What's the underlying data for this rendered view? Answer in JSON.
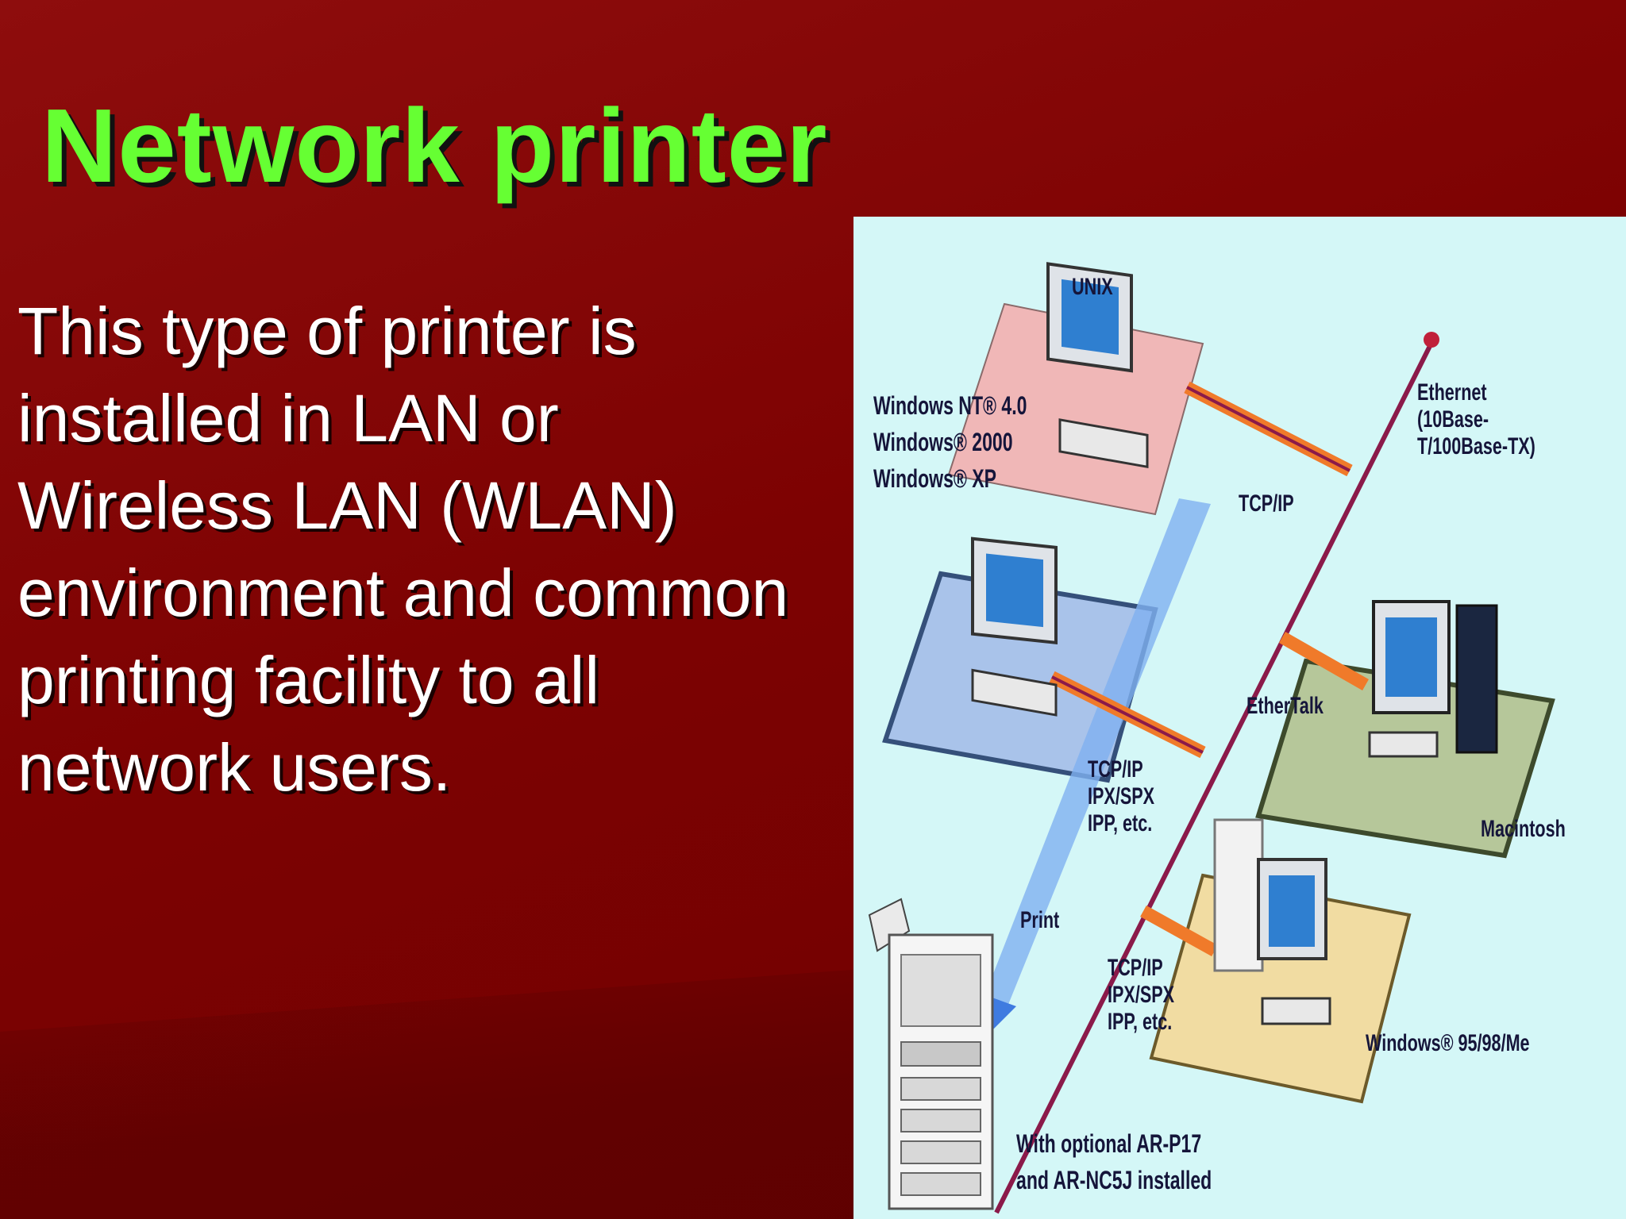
{
  "slide": {
    "title": "Network printer",
    "body": "This type of printer is installed in LAN or Wireless LAN (WLAN) environment and common printing facility to all network users."
  },
  "diagram": {
    "unix_label": "UNIX",
    "windows_label": "Windows NT® 4.0\nWindows® 2000\nWindows® XP",
    "ethernet_label": "Ethernet\n(10Base-T/100Base-TX)",
    "tcpip_label": "TCP/IP",
    "ethertalk_label": "EtherTalk",
    "protocols_label_1": "TCP/IP\nIPX/SPX\nIPP, etc.",
    "macintosh_label": "Macintosh",
    "print_label": "Print",
    "protocols_label_2": "TCP/IP\nIPX/SPX\nIPP, etc.",
    "win9x_label": "Windows® 95/98/Me",
    "printer_option_label": "With optional AR-P17\nand AR-NC5J installed"
  },
  "colors": {
    "background": "#7d0202",
    "title": "#66ff33",
    "body_text": "#ffffff",
    "diagram_bg": "#d4f7f7",
    "network_line": "#8b1a4a"
  }
}
